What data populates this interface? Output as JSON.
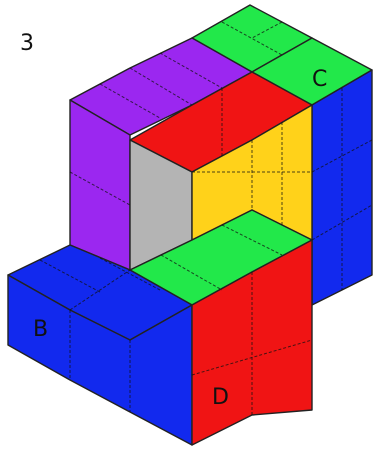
{
  "figure_number": "3",
  "labels": {
    "b": "B",
    "c": "C",
    "d": "D"
  },
  "colors": {
    "green": "#22e84a",
    "purple": "#9b27f0",
    "red": "#f01414",
    "blue": "#1229ee",
    "yellow": "#ffd21a",
    "gray": "#b4b4b4",
    "outline": "#222222"
  }
}
